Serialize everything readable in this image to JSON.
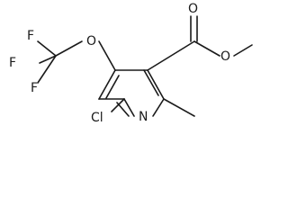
{
  "molecule": {
    "atoms": {
      "cl": "Cl",
      "n": "N",
      "o_ether": "O",
      "f_top": "F",
      "f_mid": "F",
      "f_bottom": "F",
      "o_carbonyl": "O",
      "o_ester": "O"
    },
    "colors": {
      "bond": "#1a1a1a",
      "label": "#1a1a1a",
      "background": "#ffffff"
    }
  }
}
